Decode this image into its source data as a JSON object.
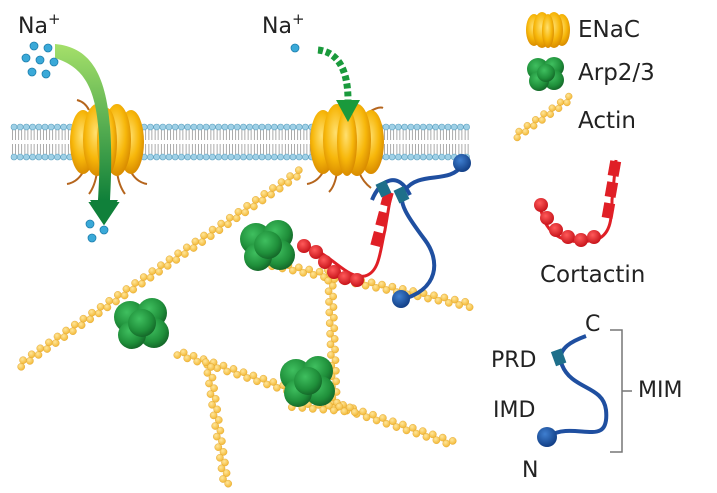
{
  "ions": {
    "symbol": "Na",
    "charge": "+"
  },
  "legend": {
    "enac": "ENaC",
    "arp": "Arp2/3",
    "actin": "Actin",
    "cortactin": "Cortactin"
  },
  "mim": {
    "c_terminal": "C",
    "prd": "PRD",
    "imd": "IMD",
    "n_terminal": "N",
    "bracket_label": "MIM"
  },
  "colors": {
    "enac": "#f5a800",
    "arp": "#1f8f3a",
    "actin": "#f7c64a",
    "cortactin": "#e01f26",
    "mim": "#1f4fa0",
    "ion": "#3aa9d8",
    "membrane": "#8ec5dc",
    "arrow": "#1a9a3c"
  }
}
